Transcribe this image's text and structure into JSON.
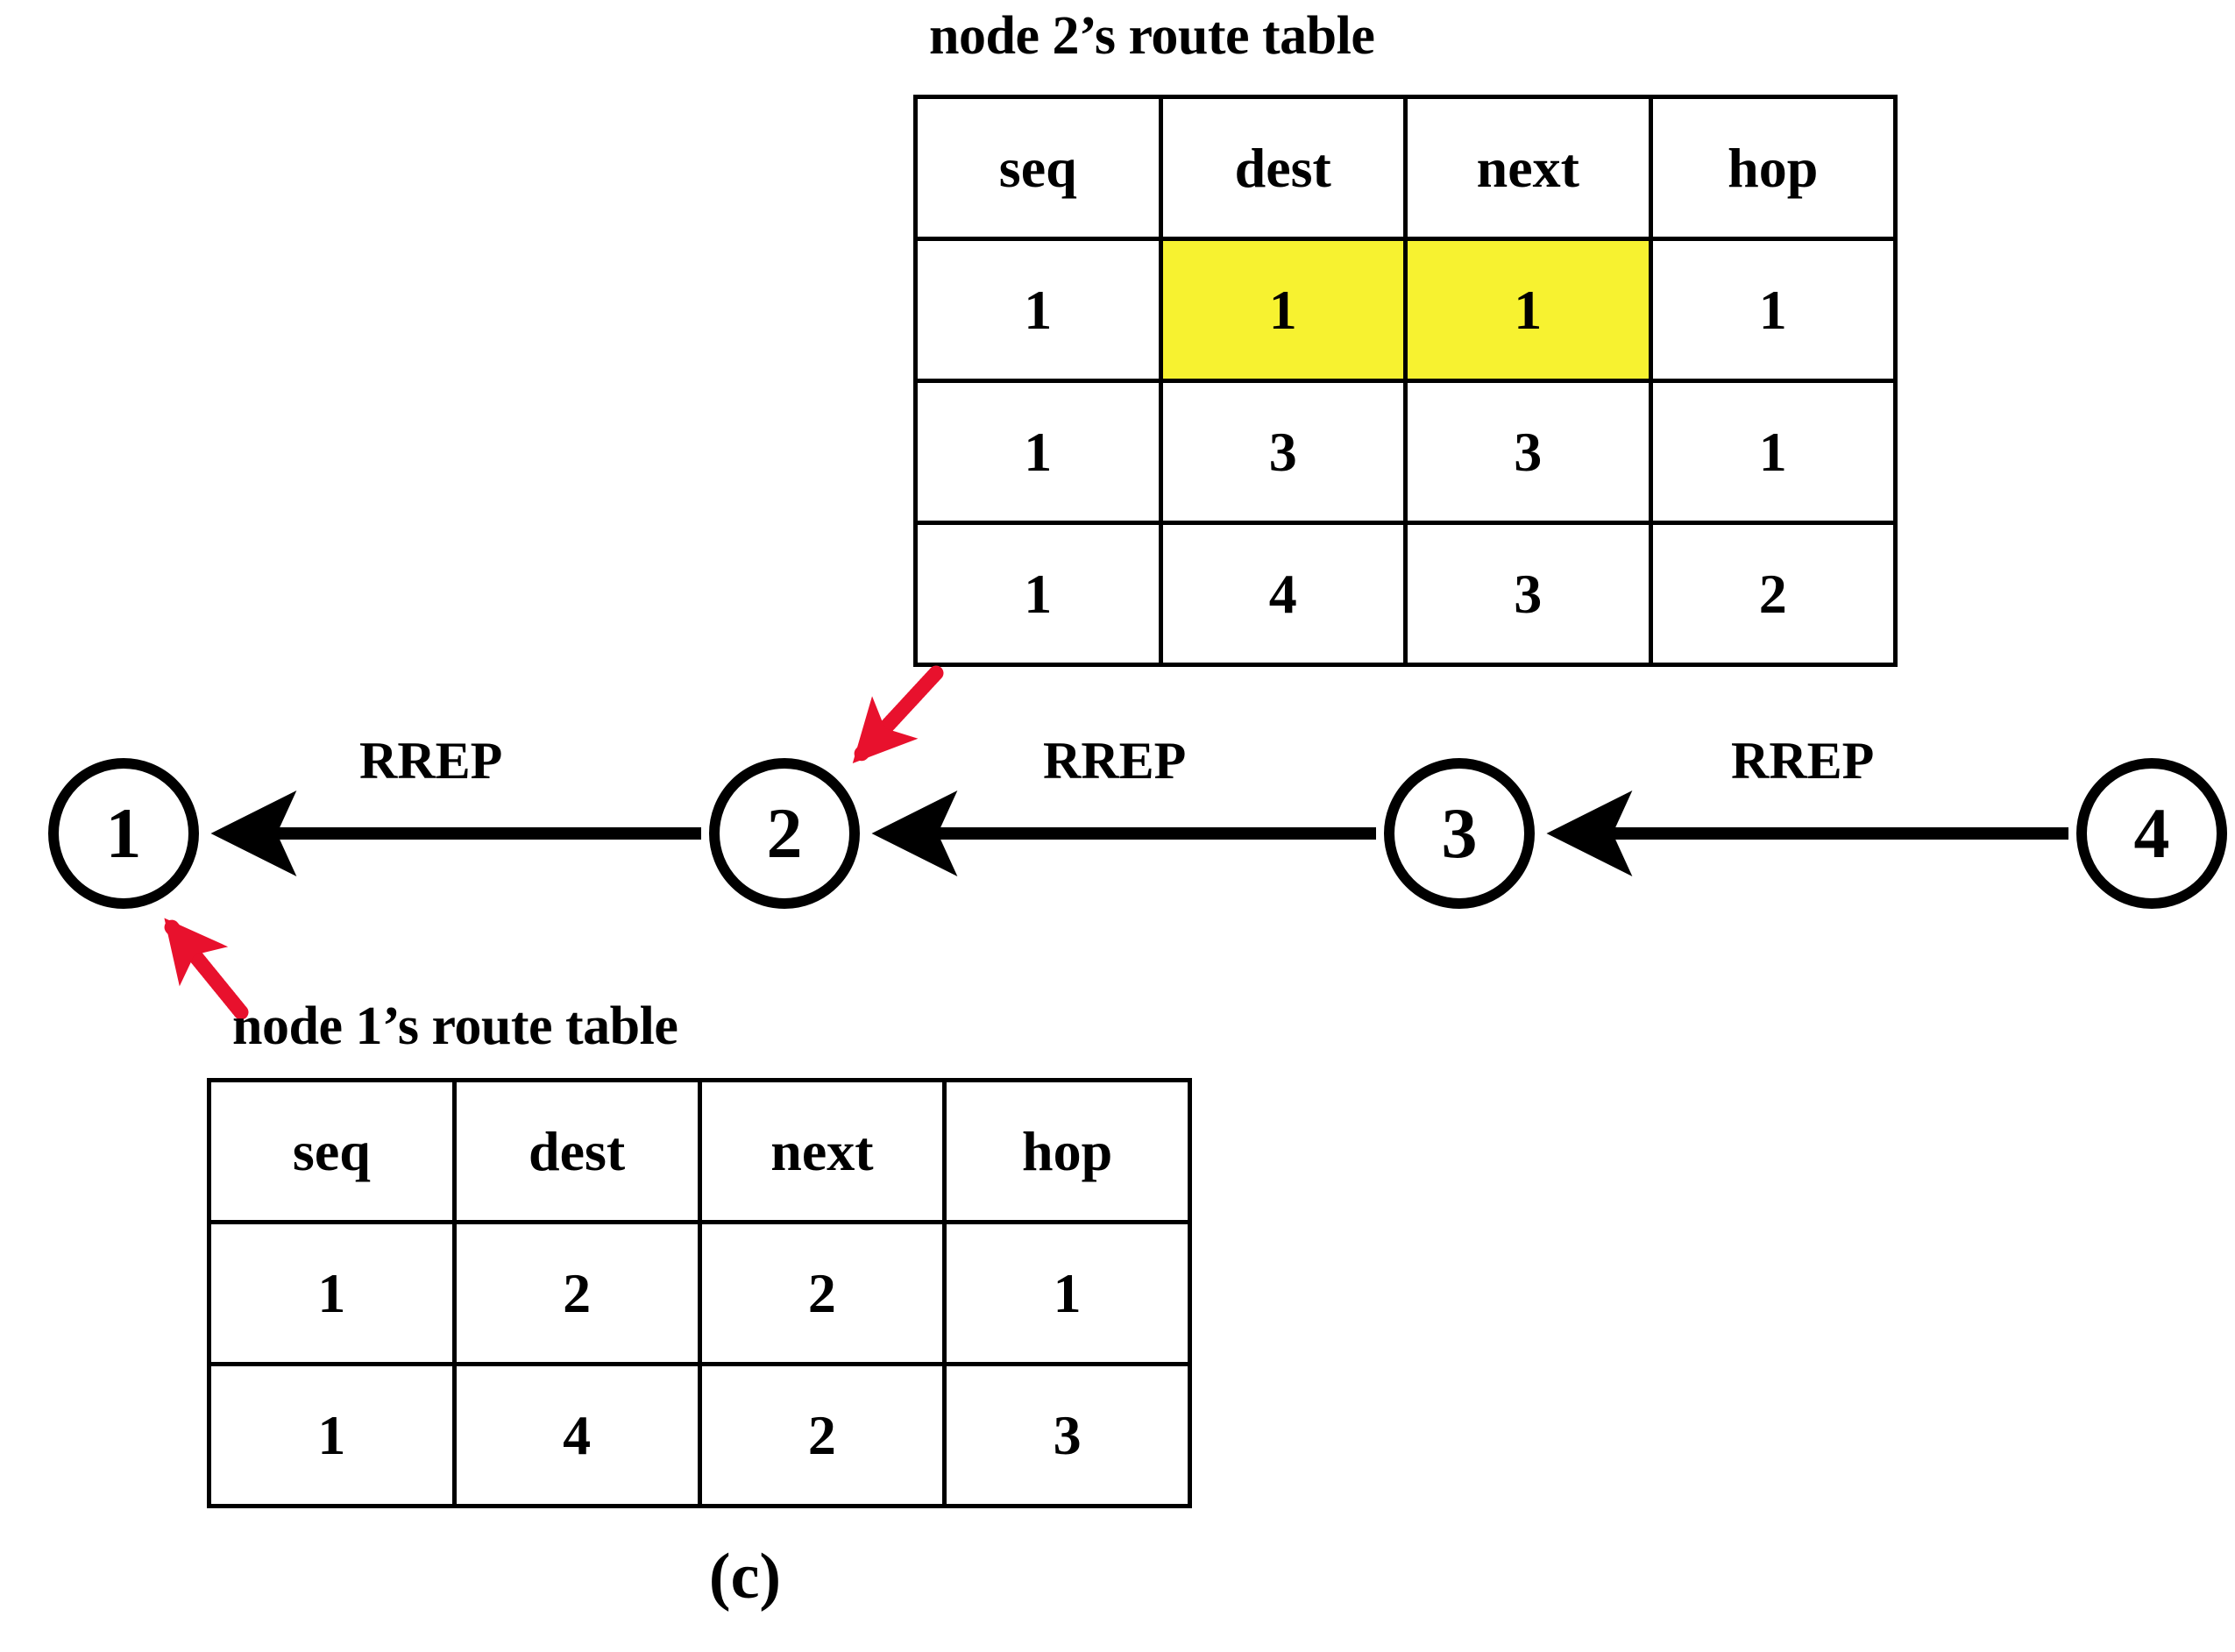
{
  "figure": {
    "caption": "(c)",
    "background_color": "#ffffff",
    "ink_color": "#000000",
    "highlight_color": "#f7f230",
    "annotation_color": "#e8112d"
  },
  "tables": [
    {
      "id": "node2",
      "title": "node 2’s route table",
      "columns": [
        "seq",
        "dest",
        "next",
        "hop"
      ],
      "rows": [
        {
          "cells": [
            "1",
            "1",
            "1",
            "1"
          ],
          "highlight": [
            false,
            true,
            true,
            false
          ]
        },
        {
          "cells": [
            "1",
            "3",
            "3",
            "1"
          ],
          "highlight": [
            false,
            false,
            false,
            false
          ]
        },
        {
          "cells": [
            "1",
            "4",
            "3",
            "2"
          ],
          "highlight": [
            false,
            false,
            false,
            false
          ]
        }
      ]
    },
    {
      "id": "node1",
      "title": "node 1’s route table",
      "columns": [
        "seq",
        "dest",
        "next",
        "hop"
      ],
      "rows": [
        {
          "cells": [
            "1",
            "2",
            "2",
            "1"
          ],
          "highlight": [
            false,
            false,
            false,
            false
          ]
        },
        {
          "cells": [
            "1",
            "4",
            "2",
            "3"
          ],
          "highlight": [
            false,
            false,
            false,
            false
          ]
        }
      ]
    }
  ],
  "nodes": [
    {
      "id": "node-1",
      "label": "1"
    },
    {
      "id": "node-2",
      "label": "2"
    },
    {
      "id": "node-3",
      "label": "3"
    },
    {
      "id": "node-4",
      "label": "4"
    }
  ],
  "edges": [
    {
      "id": "edge-2-to-1",
      "label": "RREP",
      "from": "2",
      "to": "1"
    },
    {
      "id": "edge-3-to-2",
      "label": "RREP",
      "from": "3",
      "to": "2"
    },
    {
      "id": "edge-4-to-3",
      "label": "RREP",
      "from": "4",
      "to": "3"
    }
  ],
  "annotations": [
    {
      "id": "pointer-table2-to-node2",
      "type": "dotted-arrow",
      "target": "node-2"
    },
    {
      "id": "pointer-table1-to-node1",
      "type": "dotted-arrow",
      "target": "node-1"
    }
  ]
}
